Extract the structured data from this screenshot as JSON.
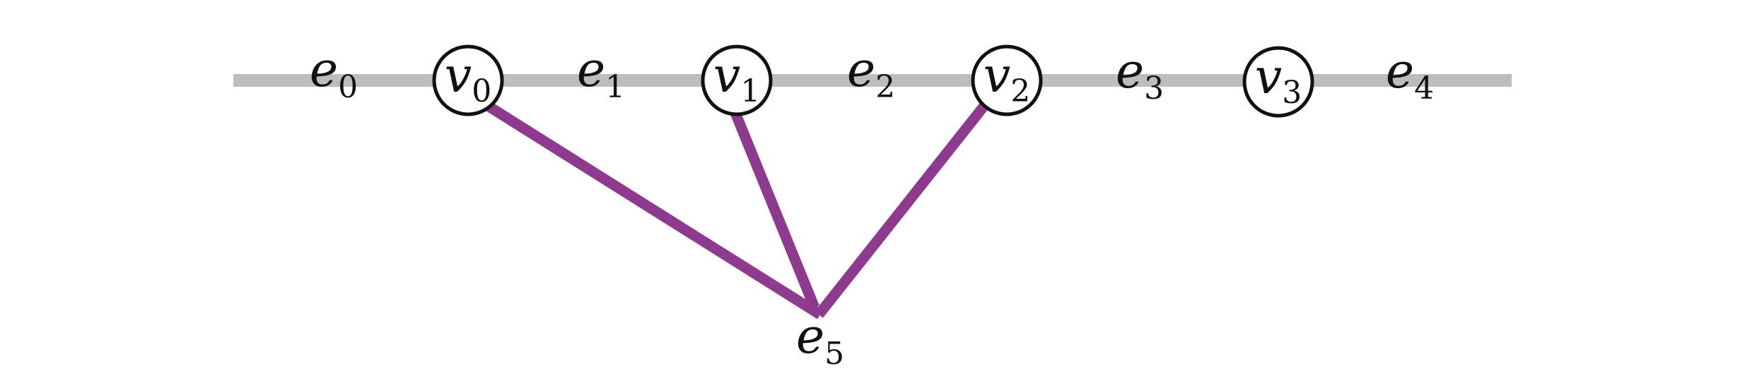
{
  "colors": {
    "background": "#ffffff",
    "line": "#bdbdbd",
    "hyperedge": "#8e3a8e",
    "node_stroke": "#111111",
    "node_fill": "#ffffff"
  },
  "nodes": [
    {
      "id": "v0",
      "letter": "v",
      "sub": "0"
    },
    {
      "id": "v1",
      "letter": "v",
      "sub": "1"
    },
    {
      "id": "v2",
      "letter": "v",
      "sub": "2"
    },
    {
      "id": "v3",
      "letter": "v",
      "sub": "3"
    }
  ],
  "edges": [
    {
      "id": "e0",
      "letter": "e",
      "sub": "0"
    },
    {
      "id": "e1",
      "letter": "e",
      "sub": "1"
    },
    {
      "id": "e2",
      "letter": "e",
      "sub": "2"
    },
    {
      "id": "e3",
      "letter": "e",
      "sub": "3"
    },
    {
      "id": "e4",
      "letter": "e",
      "sub": "4"
    }
  ],
  "hyperedge": {
    "id": "e5",
    "letter": "e",
    "sub": "5",
    "connects": [
      "v0",
      "v1",
      "v2"
    ]
  }
}
